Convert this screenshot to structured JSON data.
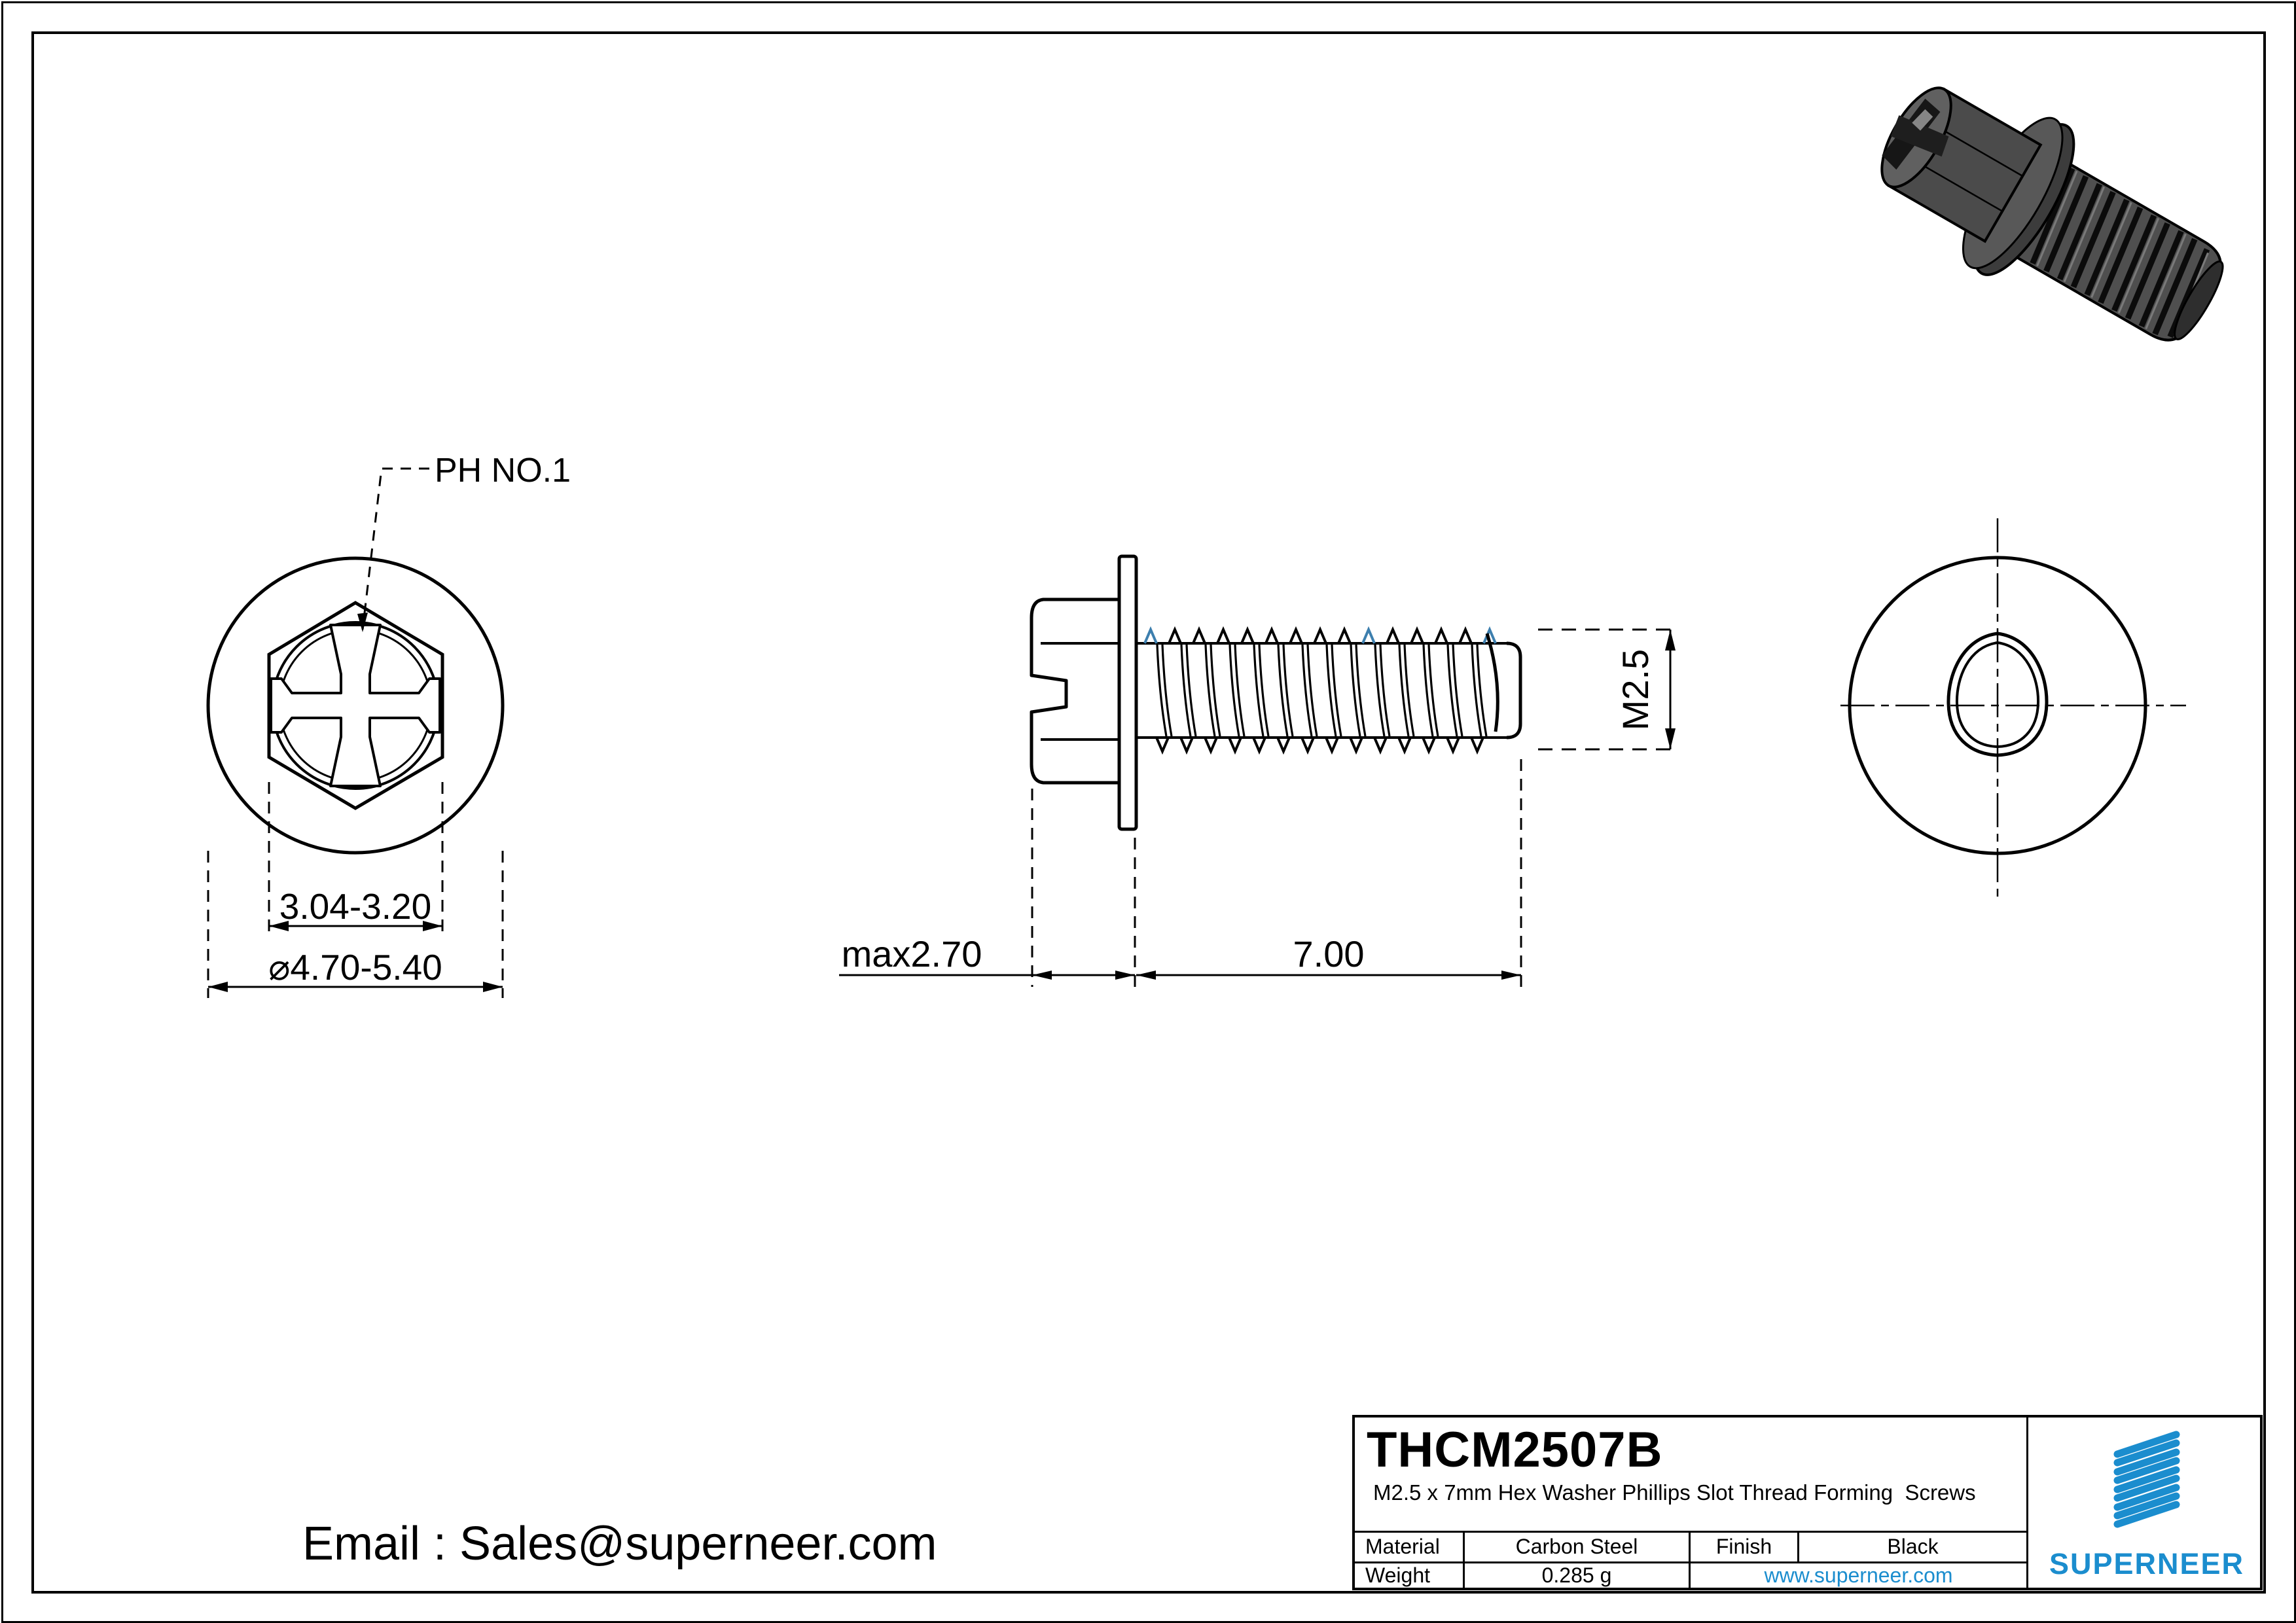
{
  "drawing": {
    "front_view": {
      "ph_label": "PH NO.1",
      "hex_width_dim": "3.04-3.20",
      "washer_dia_dim": "⌀4.70-5.40"
    },
    "side_view": {
      "head_height_dim": "max2.70",
      "thread_length_dim": "7.00",
      "thread_size_dim": "M2.5"
    }
  },
  "title_block": {
    "part_number": "THCM2507B",
    "description": "M2.5 x 7mm Hex Washer Phillips Slot Thread Forming  Screws",
    "material_label": "Material",
    "material_value": "Carbon Steel",
    "finish_label": "Finish",
    "finish_value": "Black",
    "weight_label": "Weight",
    "weight_value": "0.285 g",
    "website": "www.superneer.com",
    "brand_name": "SUPERNEER"
  },
  "footer": {
    "email": "Email : Sales@superneer.com"
  },
  "colors": {
    "accent_blue": "#1b8dce",
    "thread_accent_blue": "#3d7fae",
    "line_color": "#000000"
  }
}
